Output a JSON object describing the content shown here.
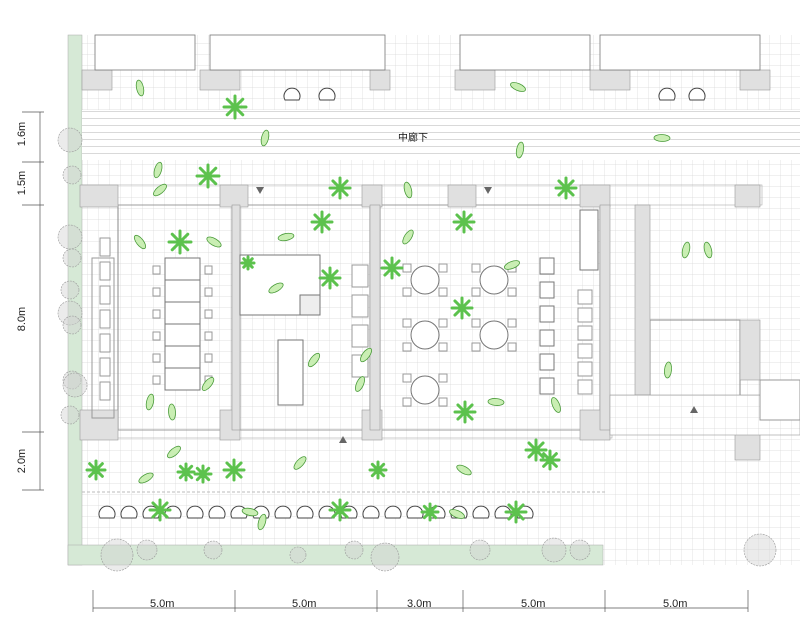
{
  "plan": {
    "corridor_label": "中廊下",
    "vertical_dimensions": [
      "1.6m",
      "1.5m",
      "8.0m",
      "2.0m"
    ],
    "horizontal_dimensions": [
      "5.0m",
      "5.0m",
      "3.0m",
      "5.0m",
      "5.0m"
    ],
    "colors": {
      "green_strip": "#d6e9d6",
      "wall": "#e0e0e0",
      "plant": "#5cc24d",
      "grid": "#dcdcdc"
    }
  }
}
